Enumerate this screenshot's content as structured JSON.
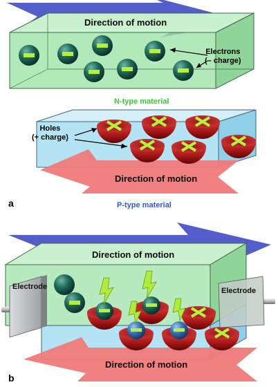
{
  "panel_a": {
    "letter": "a",
    "n_type": {
      "arrow_label": "Direction of motion",
      "material_label": "N-type material",
      "carrier_label_line1": "Electrons",
      "carrier_label_line2": "(– charge)",
      "carrier_symbol": "minus"
    },
    "p_type": {
      "arrow_label": "Direction of motion",
      "material_label": "P-type material",
      "carrier_label_line1": "Holes",
      "carrier_label_line2": "(+ charge)",
      "carrier_symbol": "cross"
    }
  },
  "panel_b": {
    "letter": "b",
    "top_arrow_label": "Direction of motion",
    "bottom_arrow_label": "Direction of motion",
    "left_electrode_label": "Electrode",
    "right_electrode_label": "Electrode"
  },
  "colors": {
    "n_type_box": "#9fe3a8",
    "p_type_box": "#a7dff2",
    "blue_arrow": "#4a55c8",
    "red_arrow": "#f07a7a",
    "electron": "#1e6a58",
    "hole_cup": "#b01818",
    "symbol": "#b8ee3c",
    "n_type_text": "#33cc33",
    "p_type_text": "#3355dd",
    "lightning": "#b0ea3a"
  },
  "icons": {
    "electron": "electron-sphere-icon",
    "hole": "hole-hemisphere-icon",
    "energy": "lightning-bolt-icon",
    "electrode": "electrode-plate-icon"
  }
}
